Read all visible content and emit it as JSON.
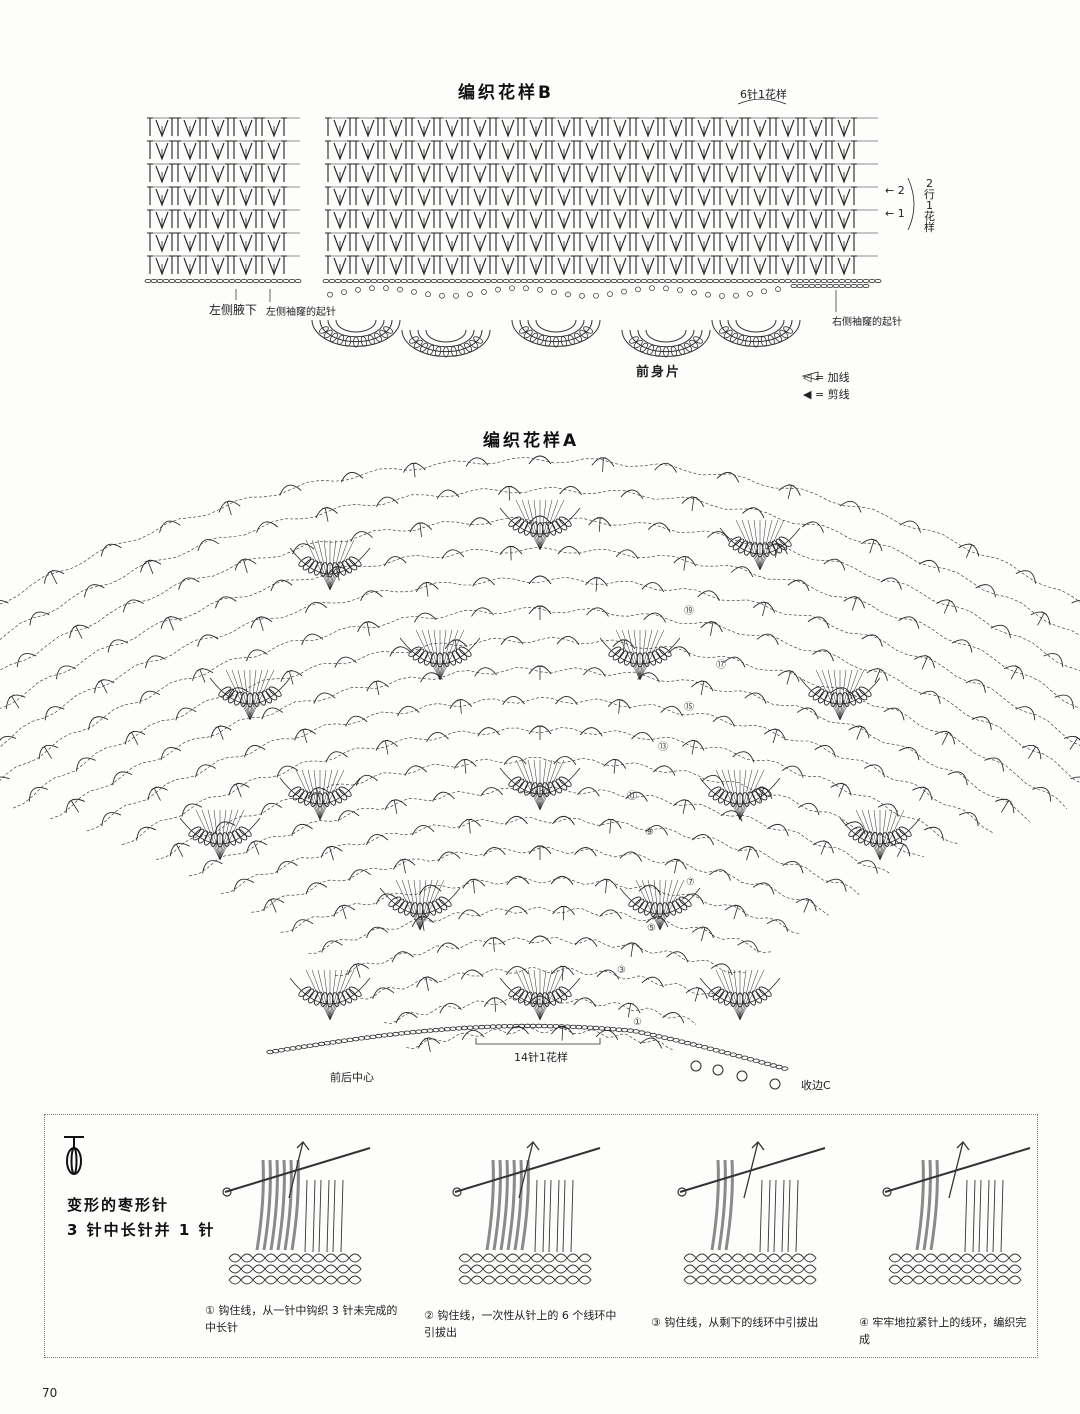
{
  "pattern_b": {
    "title": "编织花样B",
    "repeat_label": "6针1花样",
    "row_markers": [
      "2",
      "1"
    ],
    "row_repeat_label": [
      "2",
      "行",
      "1",
      "花",
      "样"
    ],
    "left_underarm": "左侧腋下",
    "left_sleeve_start": "左侧袖窿的起针",
    "right_sleeve_start": "右侧袖窿的起针",
    "front_label": "前身片",
    "legend": [
      {
        "symbol": "◁",
        "label": "= 加线"
      },
      {
        "symbol": "◀",
        "label": "= 剪线"
      }
    ]
  },
  "pattern_a": {
    "title": "编织花样A",
    "row_numbers": [
      "①",
      "③",
      "⑤",
      "⑦",
      "⑨",
      "⑪",
      "⑬",
      "⑮",
      "⑰",
      "⑲"
    ],
    "repeat_label": "14针1花样",
    "center_label": "前后中心",
    "edge_label": "收边C"
  },
  "technique": {
    "title_line1": "变形的枣形针",
    "title_line2": "3 针中长针并 1 针",
    "steps": [
      {
        "num": "①",
        "text": "钩住线，从一针中钩织 3 针未完成的中长针"
      },
      {
        "num": "②",
        "text": "钩住线，一次性从针上的 6 个线环中引拔出"
      },
      {
        "num": "③",
        "text": "钩住线，从剩下的线环中引拔出"
      },
      {
        "num": "④",
        "text": "牢牢地拉紧针上的线环，编织完成"
      }
    ]
  },
  "page_number": "70",
  "colors": {
    "ink": "#222222",
    "yarn_shade": "#8a8a8a",
    "border": "#777777"
  }
}
